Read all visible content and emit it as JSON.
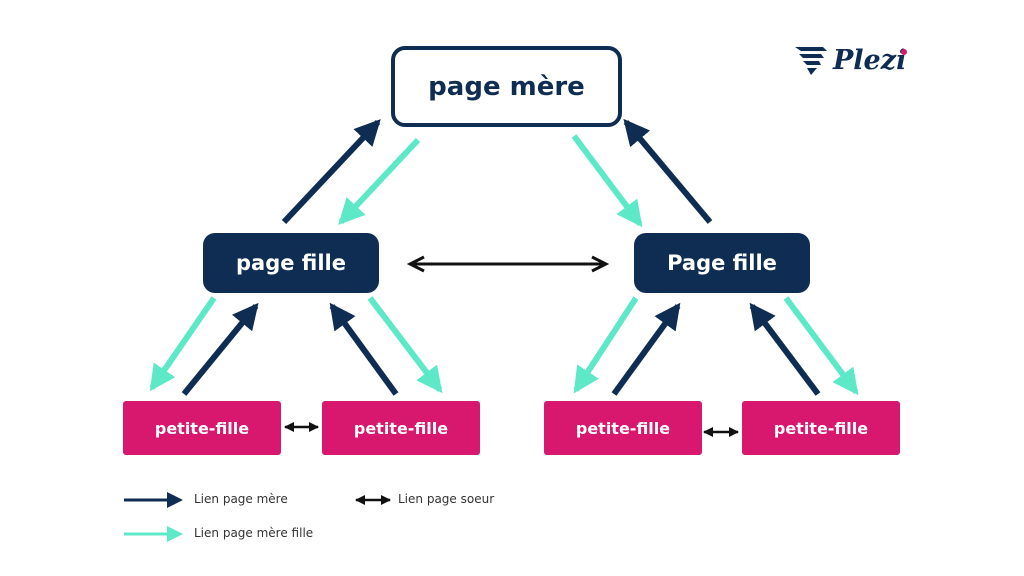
{
  "colors": {
    "navy": "#0f2d52",
    "teal": "#5de8c8",
    "magenta": "#d8176e",
    "black": "#111111"
  },
  "logo": {
    "text": "Plezi",
    "icon": "wing-icon"
  },
  "nodes": {
    "root": "page mère",
    "child_left": "page fille",
    "child_right": "Page fille",
    "grand_1": "petite-fille",
    "grand_2": "petite-fille",
    "grand_3": "petite-fille",
    "grand_4": "petite-fille"
  },
  "legend": {
    "mother_link": "Lien page mère",
    "sister_link": "Lien page soeur",
    "mother_daughter_link": "Lien page mère fille"
  }
}
